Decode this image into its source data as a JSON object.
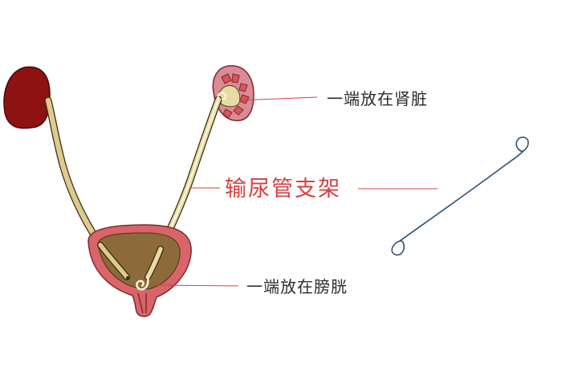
{
  "diagram": {
    "title": "输尿管支架",
    "labels": {
      "kidney_end": "一端放在肾脏",
      "bladder_end": "一端放在膀胱"
    },
    "parts": [
      {
        "name": "left-kidney",
        "color": "#8e1212"
      },
      {
        "name": "right-kidney-cutaway",
        "color": "#d98c93"
      },
      {
        "name": "ureter-left",
        "color": "#dccb8c"
      },
      {
        "name": "ureter-right-with-stent",
        "color": "#e6dba6"
      },
      {
        "name": "bladder",
        "color": "#8c6a3a",
        "wall_color": "#d9646a"
      },
      {
        "name": "double-j-stent",
        "color": "#2e4f78"
      }
    ],
    "colors": {
      "leader_line": "#d8403e",
      "title_text": "#d8403e",
      "label_text": "#2b2b2b",
      "outline": "#3a2a10"
    }
  }
}
